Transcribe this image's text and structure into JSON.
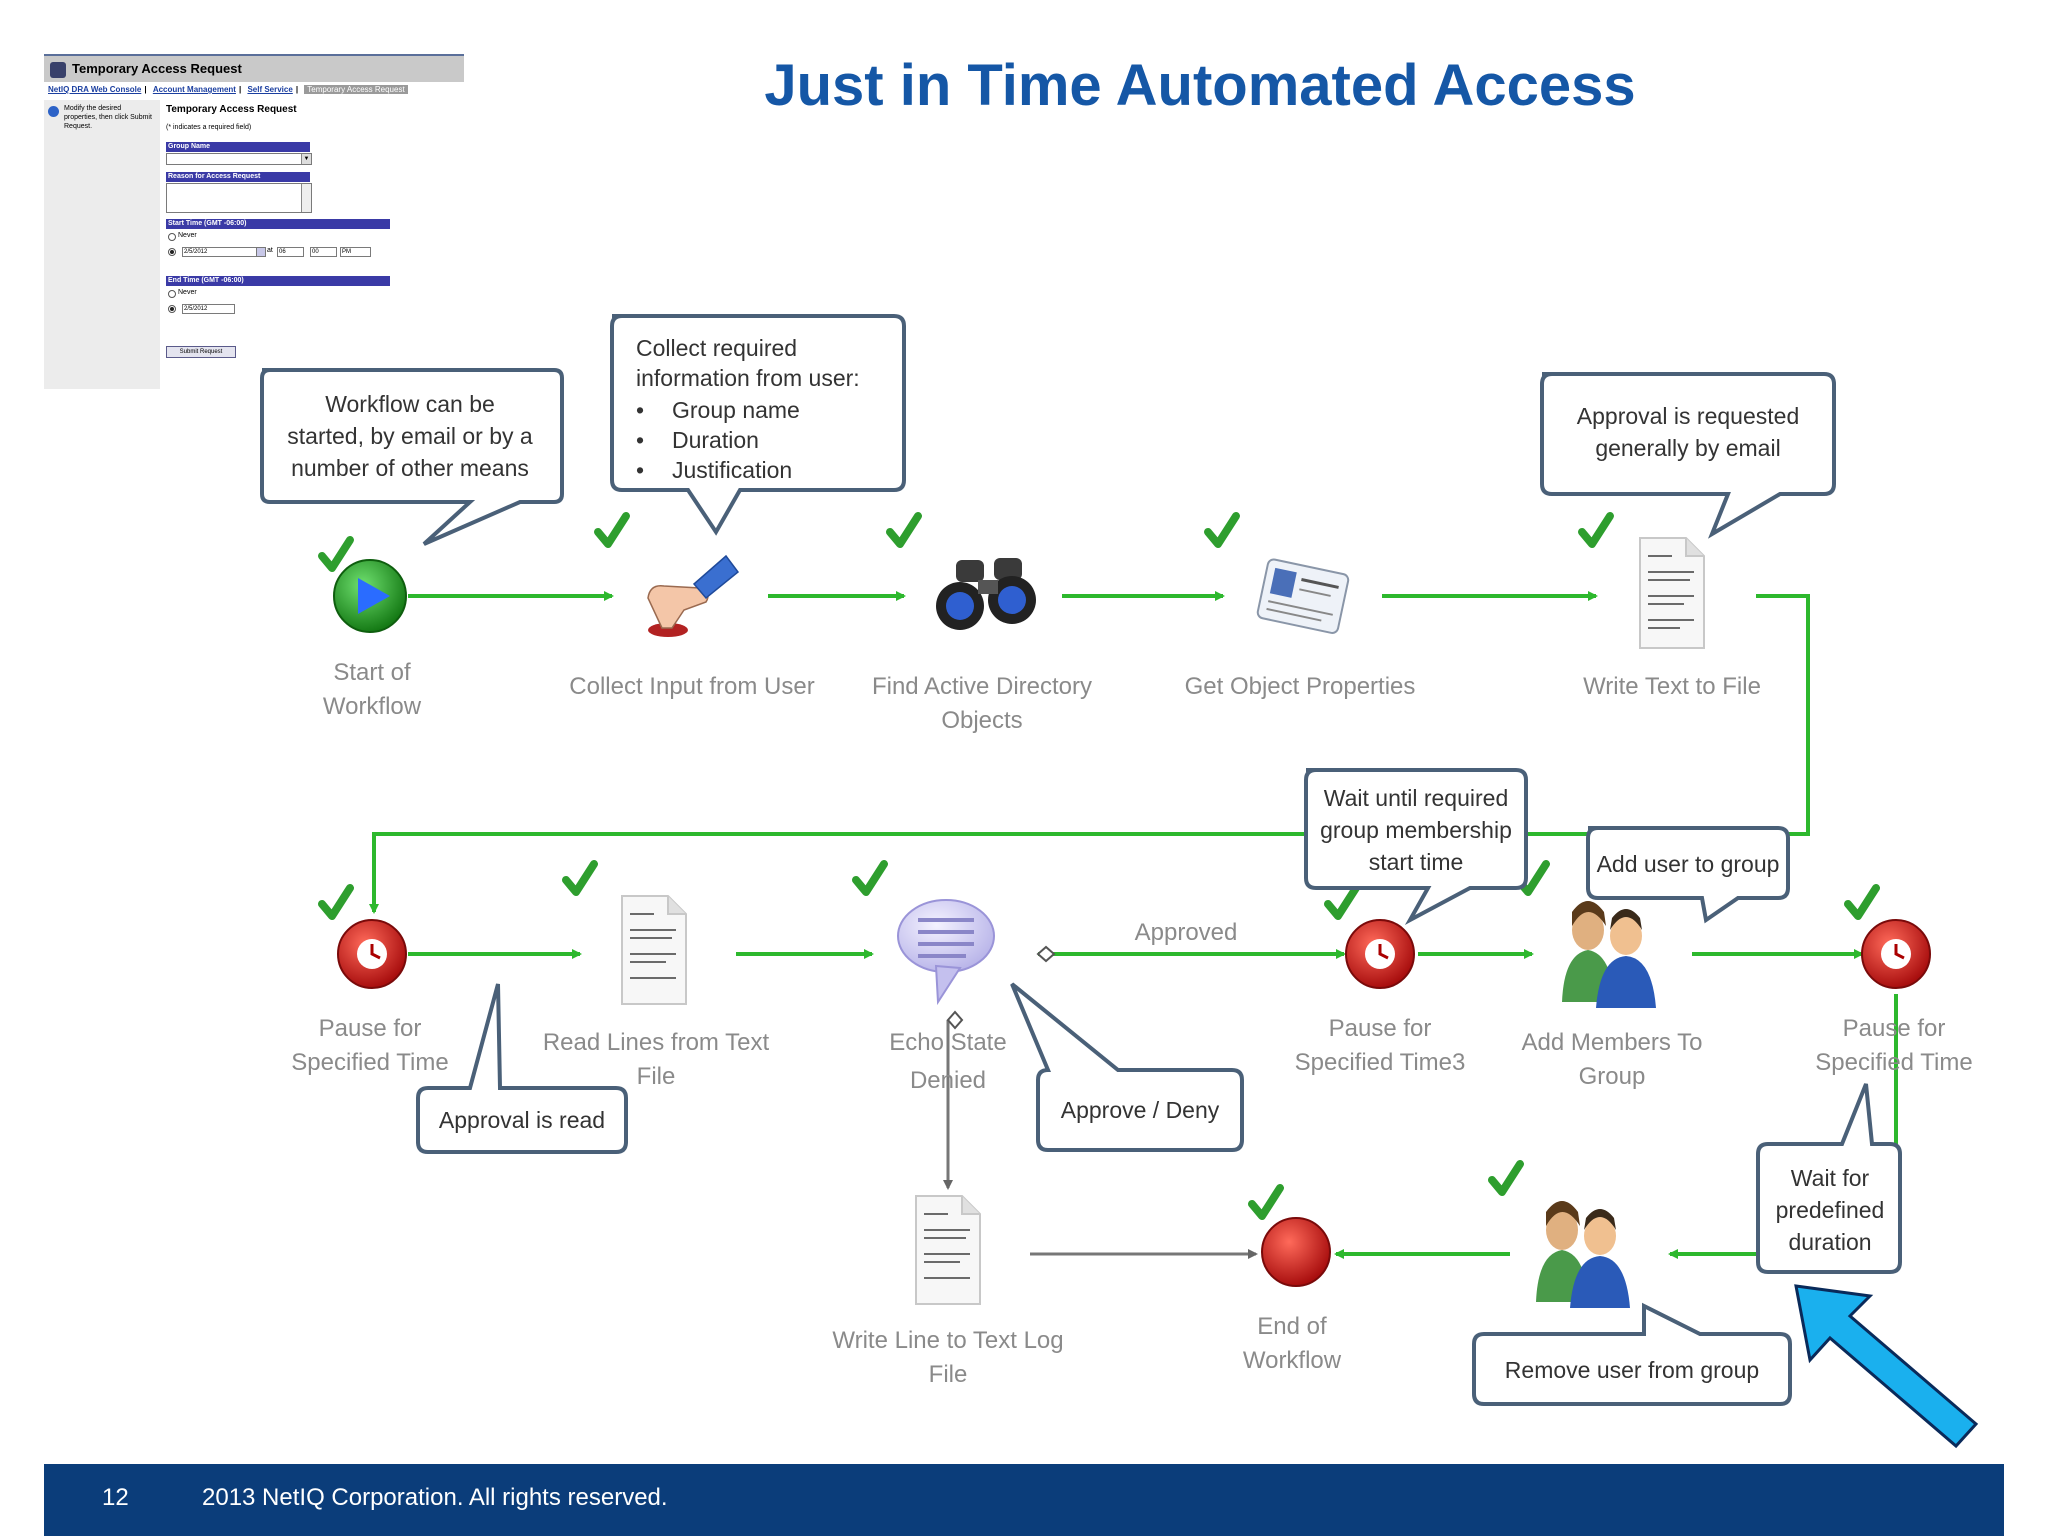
{
  "title": "Just in Time Automated Access",
  "form": {
    "window_title": "Temporary Access Request",
    "nav": [
      "NetIQ DRA Web Console",
      "Account Management",
      "Self Service",
      "Temporary Access Request"
    ],
    "help_text": "Modify the desired properties, then click Submit Request.",
    "heading": "Temporary Access Request",
    "required_note": "(* indicates a required field)",
    "group_name_label": "Group Name",
    "reason_label": "Reason for Access Request",
    "start_time_label": "Start Time (GMT -06:00)",
    "end_time_label": "End Time (GMT -06:00)",
    "never_label": "Never",
    "start_date": "2/5/2012",
    "at_label": "at",
    "hour": "06",
    "minute": "00",
    "ampm": "PM",
    "end_date": "2/5/2012",
    "submit_label": "Submit Request"
  },
  "callouts": {
    "start": [
      "Workflow can be",
      "started, by email or by a",
      "number of other means"
    ],
    "collect_title": [
      "Collect required",
      "information from user:"
    ],
    "collect_items": [
      "Group name",
      "Duration",
      "Justification"
    ],
    "approval_email": [
      "Approval is requested",
      "generally by email"
    ],
    "wait_start": [
      "Wait until required",
      "group membership",
      "start time"
    ],
    "add_user": "Add user to group",
    "approval_read": "Approval is read",
    "approve_deny": "Approve / Deny",
    "wait_duration": [
      "Wait for",
      "predefined",
      "duration"
    ],
    "remove_user": "Remove user from group"
  },
  "nodes": {
    "start": [
      "Start of",
      "Workflow"
    ],
    "collect": "Collect Input from User",
    "find": [
      "Find Active Directory",
      "Objects"
    ],
    "get": "Get Object Properties",
    "write": "Write Text to File",
    "pause1": [
      "Pause for",
      "Specified Time"
    ],
    "read": [
      "Read Lines from Text",
      "File"
    ],
    "echo": [
      "Echo State",
      "Denied"
    ],
    "pause2": [
      "Pause for",
      "Specified Time3"
    ],
    "add": [
      "Add Members To",
      "Group"
    ],
    "pause3": [
      "Pause for",
      "Specified Time"
    ],
    "log": [
      "Write Line to Text Log",
      "File"
    ],
    "end": [
      "End of",
      "Workflow"
    ]
  },
  "approved_label": "Approved",
  "colors": {
    "title": "#1557a6",
    "flow": "#2db82d",
    "check": "#2e9e2e",
    "arrow": "#1ab0ee",
    "footer": "#0b3d7a"
  },
  "footer": {
    "page": "12",
    "copyright": "2013 NetIQ Corporation. All rights reserved."
  }
}
